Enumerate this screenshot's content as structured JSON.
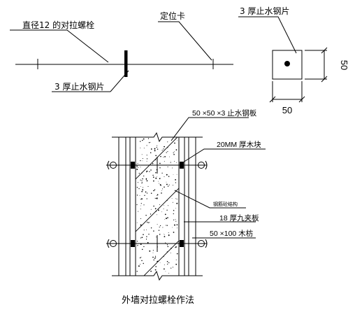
{
  "top_detail": {
    "bolt_label": "直径12 的对拉螺栓",
    "positioning_clip_label": "定位卡",
    "waterstop_plate_label_lower": "3 厚止水钢片",
    "waterstop_plate_label_right": "3 厚止水钢片",
    "plate_dimension_height": "50",
    "plate_dimension_width": "50"
  },
  "section_detail": {
    "label_plate_spec": "50 ×50 ×3 止水钢板",
    "label_washer": "20MM 厚木块",
    "label_concrete": "钢筋砼结构",
    "label_formwork": "18 厚九夹板",
    "label_batten": "50 ×100 木枋"
  },
  "caption": "外墙对拉螺栓作法"
}
